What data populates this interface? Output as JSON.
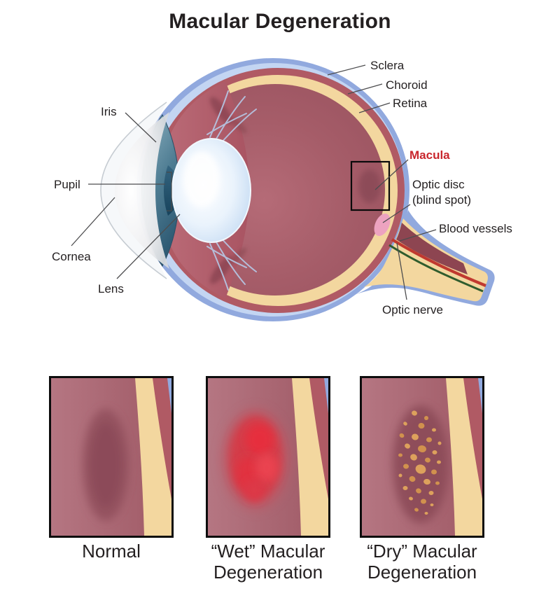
{
  "title": "Macular Degeneration",
  "eye_labels": {
    "sclera": "Sclera",
    "choroid": "Choroid",
    "retina": "Retina",
    "macula": "Macula",
    "optic_disc_line1": "Optic disc",
    "optic_disc_line2": "(blind spot)",
    "blood_vessels": "Blood vessels",
    "optic_nerve": "Optic nerve",
    "iris": "Iris",
    "pupil": "Pupil",
    "cornea": "Cornea",
    "lens": "Lens"
  },
  "panels": [
    {
      "id": "normal",
      "caption": "Normal"
    },
    {
      "id": "wet",
      "caption": "“Wet” Macular Degeneration"
    },
    {
      "id": "dry",
      "caption": "“Dry” Macular Degeneration"
    }
  ],
  "colors": {
    "sclera_blue": "#91a9de",
    "conjunctiva_lightblue": "#c3d5f2",
    "choroid_red": "#b05a64",
    "retina_tan": "#f3d79f",
    "vitreous_maroon": "#a55c68",
    "ciliary_red": "#b4616d",
    "iris_blue": "#3f6c82",
    "lens_blue": "#dcebfa",
    "optic_disc_pink": "#eda3c0",
    "vessel_red": "#c0392f",
    "vessel_green": "#2f5c2d",
    "wet_red": "#e12e3e",
    "drusen_orange": "#dda15c",
    "macula_label_red": "#c9252c",
    "text_dark": "#231f20"
  }
}
